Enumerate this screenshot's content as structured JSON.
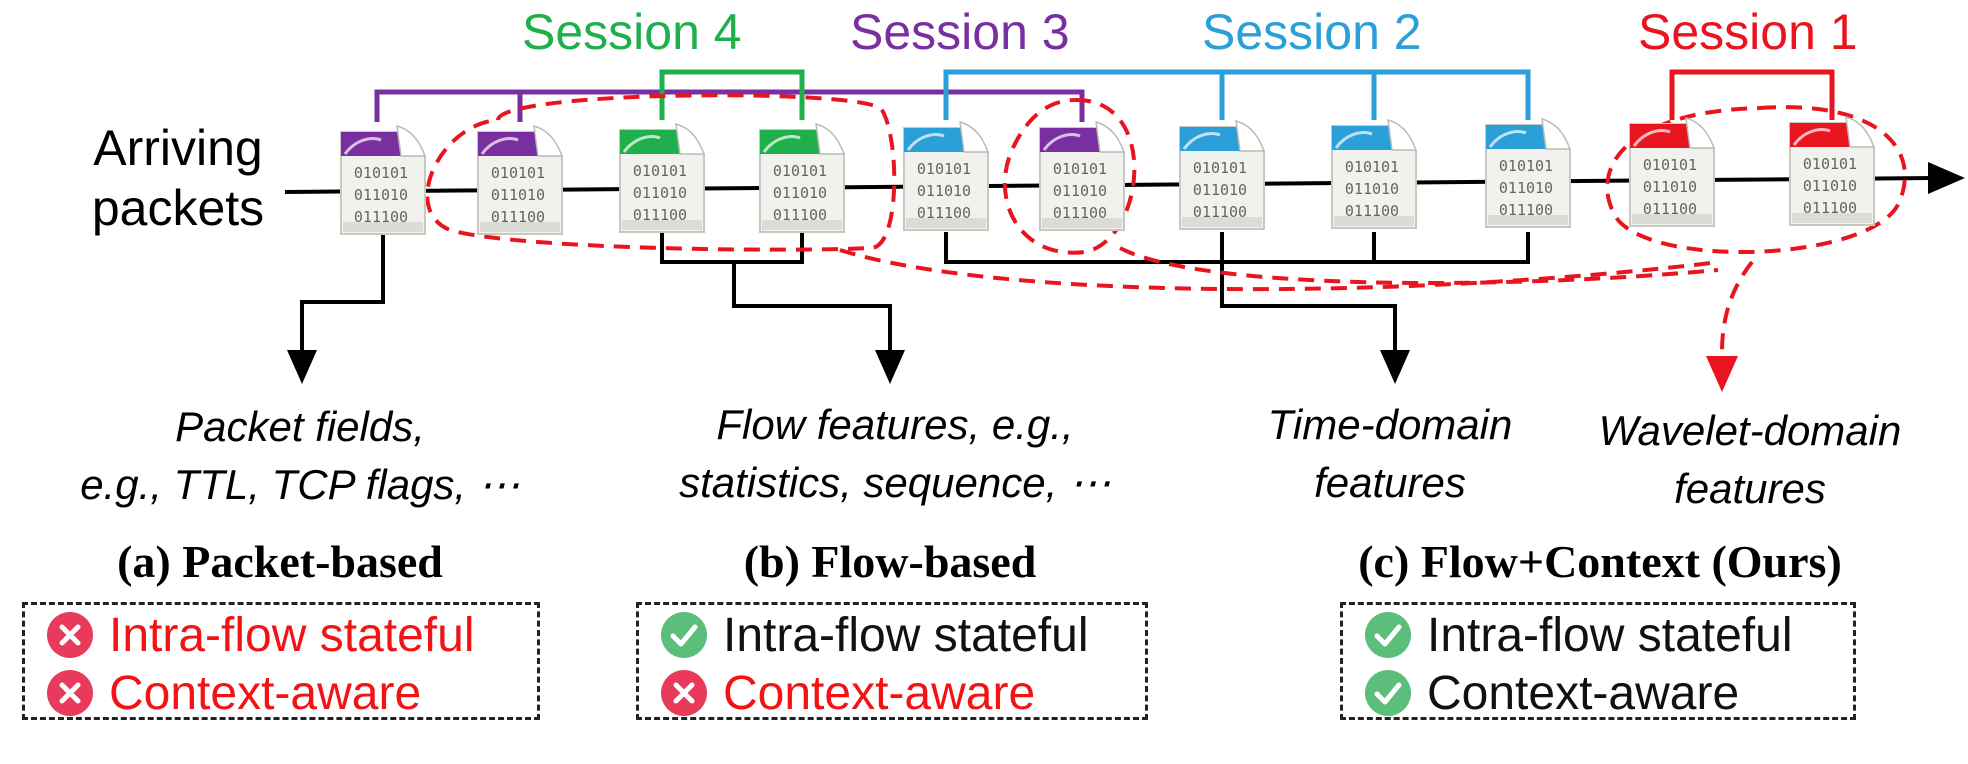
{
  "colors": {
    "session1": "#e8141e",
    "session2": "#2b9fd8",
    "session3": "#7a2fa0",
    "session4": "#1fb04b",
    "highlight": "#e8141e",
    "ok": "#5bbf7b",
    "bad": "#e83a5a"
  },
  "sessions": [
    {
      "label": "Session 4",
      "color": "#1fb04b"
    },
    {
      "label": "Session 3",
      "color": "#7a2fa0"
    },
    {
      "label": "Session 2",
      "color": "#2b9fd8"
    },
    {
      "label": "Session 1",
      "color": "#e8141e"
    }
  ],
  "packet_text": [
    "010101",
    "011010",
    "011100"
  ],
  "packets": [
    {
      "session": 3,
      "color": "#7a2fa0"
    },
    {
      "session": 3,
      "color": "#7a2fa0"
    },
    {
      "session": 4,
      "color": "#1fb04b"
    },
    {
      "session": 4,
      "color": "#1fb04b"
    },
    {
      "session": 2,
      "color": "#2b9fd8"
    },
    {
      "session": 3,
      "color": "#7a2fa0"
    },
    {
      "session": 2,
      "color": "#2b9fd8"
    },
    {
      "session": 2,
      "color": "#2b9fd8"
    },
    {
      "session": 2,
      "color": "#2b9fd8"
    },
    {
      "session": 1,
      "color": "#e8141e"
    },
    {
      "session": 1,
      "color": "#e8141e"
    }
  ],
  "arriving_label": {
    "line1": "Arriving",
    "line2": "packets"
  },
  "features": {
    "packet": {
      "line1": "Packet fields,",
      "line2": "e.g., TTL, TCP flags, ⋯"
    },
    "flow": {
      "line1": "Flow features, e.g.,",
      "line2": "statistics, sequence, ⋯"
    },
    "time": {
      "line1": "Time-domain",
      "line2": "features"
    },
    "wavelet": {
      "line1": "Wavelet-domain",
      "line2": "features"
    }
  },
  "categories": [
    {
      "title": "(a) Packet-based",
      "items": [
        {
          "status": "bad",
          "icon": "cross-circle-icon",
          "label": "Intra-flow stateful"
        },
        {
          "status": "bad",
          "icon": "cross-circle-icon",
          "label": "Context-aware"
        }
      ]
    },
    {
      "title": "(b) Flow-based",
      "items": [
        {
          "status": "ok",
          "icon": "check-circle-icon",
          "label": "Intra-flow stateful"
        },
        {
          "status": "bad",
          "icon": "cross-circle-icon",
          "label": "Context-aware"
        }
      ]
    },
    {
      "title": "(c) Flow+Context (Ours)",
      "items": [
        {
          "status": "ok",
          "icon": "check-circle-icon",
          "label": "Intra-flow stateful"
        },
        {
          "status": "ok",
          "icon": "check-circle-icon",
          "label": "Context-aware"
        }
      ]
    }
  ]
}
